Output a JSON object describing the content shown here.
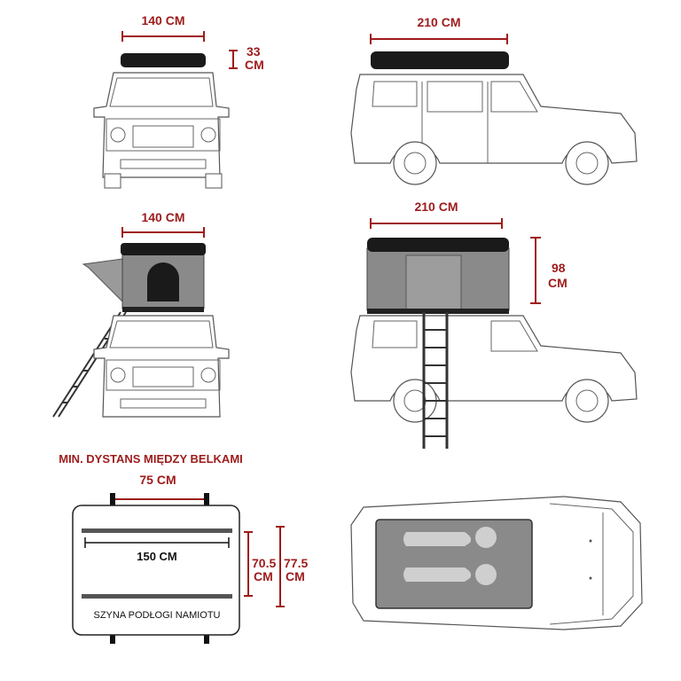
{
  "dimensions": {
    "top_width": "140 CM",
    "top_height_value": "33",
    "top_height_unit": "CM",
    "side_length": "210 CM",
    "open_width": "140 CM",
    "open_length": "210 CM",
    "open_height_value": "98",
    "open_height_unit": "CM",
    "min_distance_value": "75 CM",
    "floor_length": "150 CM",
    "rail_a_value": "70.5",
    "rail_a_unit": "CM",
    "rail_b_value": "77.5",
    "rail_b_unit": "CM"
  },
  "labels": {
    "min_distance_title": "MIN. DYSTANS MIĘDZY BELKAMI",
    "floor_rail": "SZYNA PODŁOGI NAMIOTU"
  },
  "colors": {
    "accent": "#9e1b1b",
    "tent_shell": "#1a1a1a",
    "tent_fabric": "#8a8a8a"
  }
}
